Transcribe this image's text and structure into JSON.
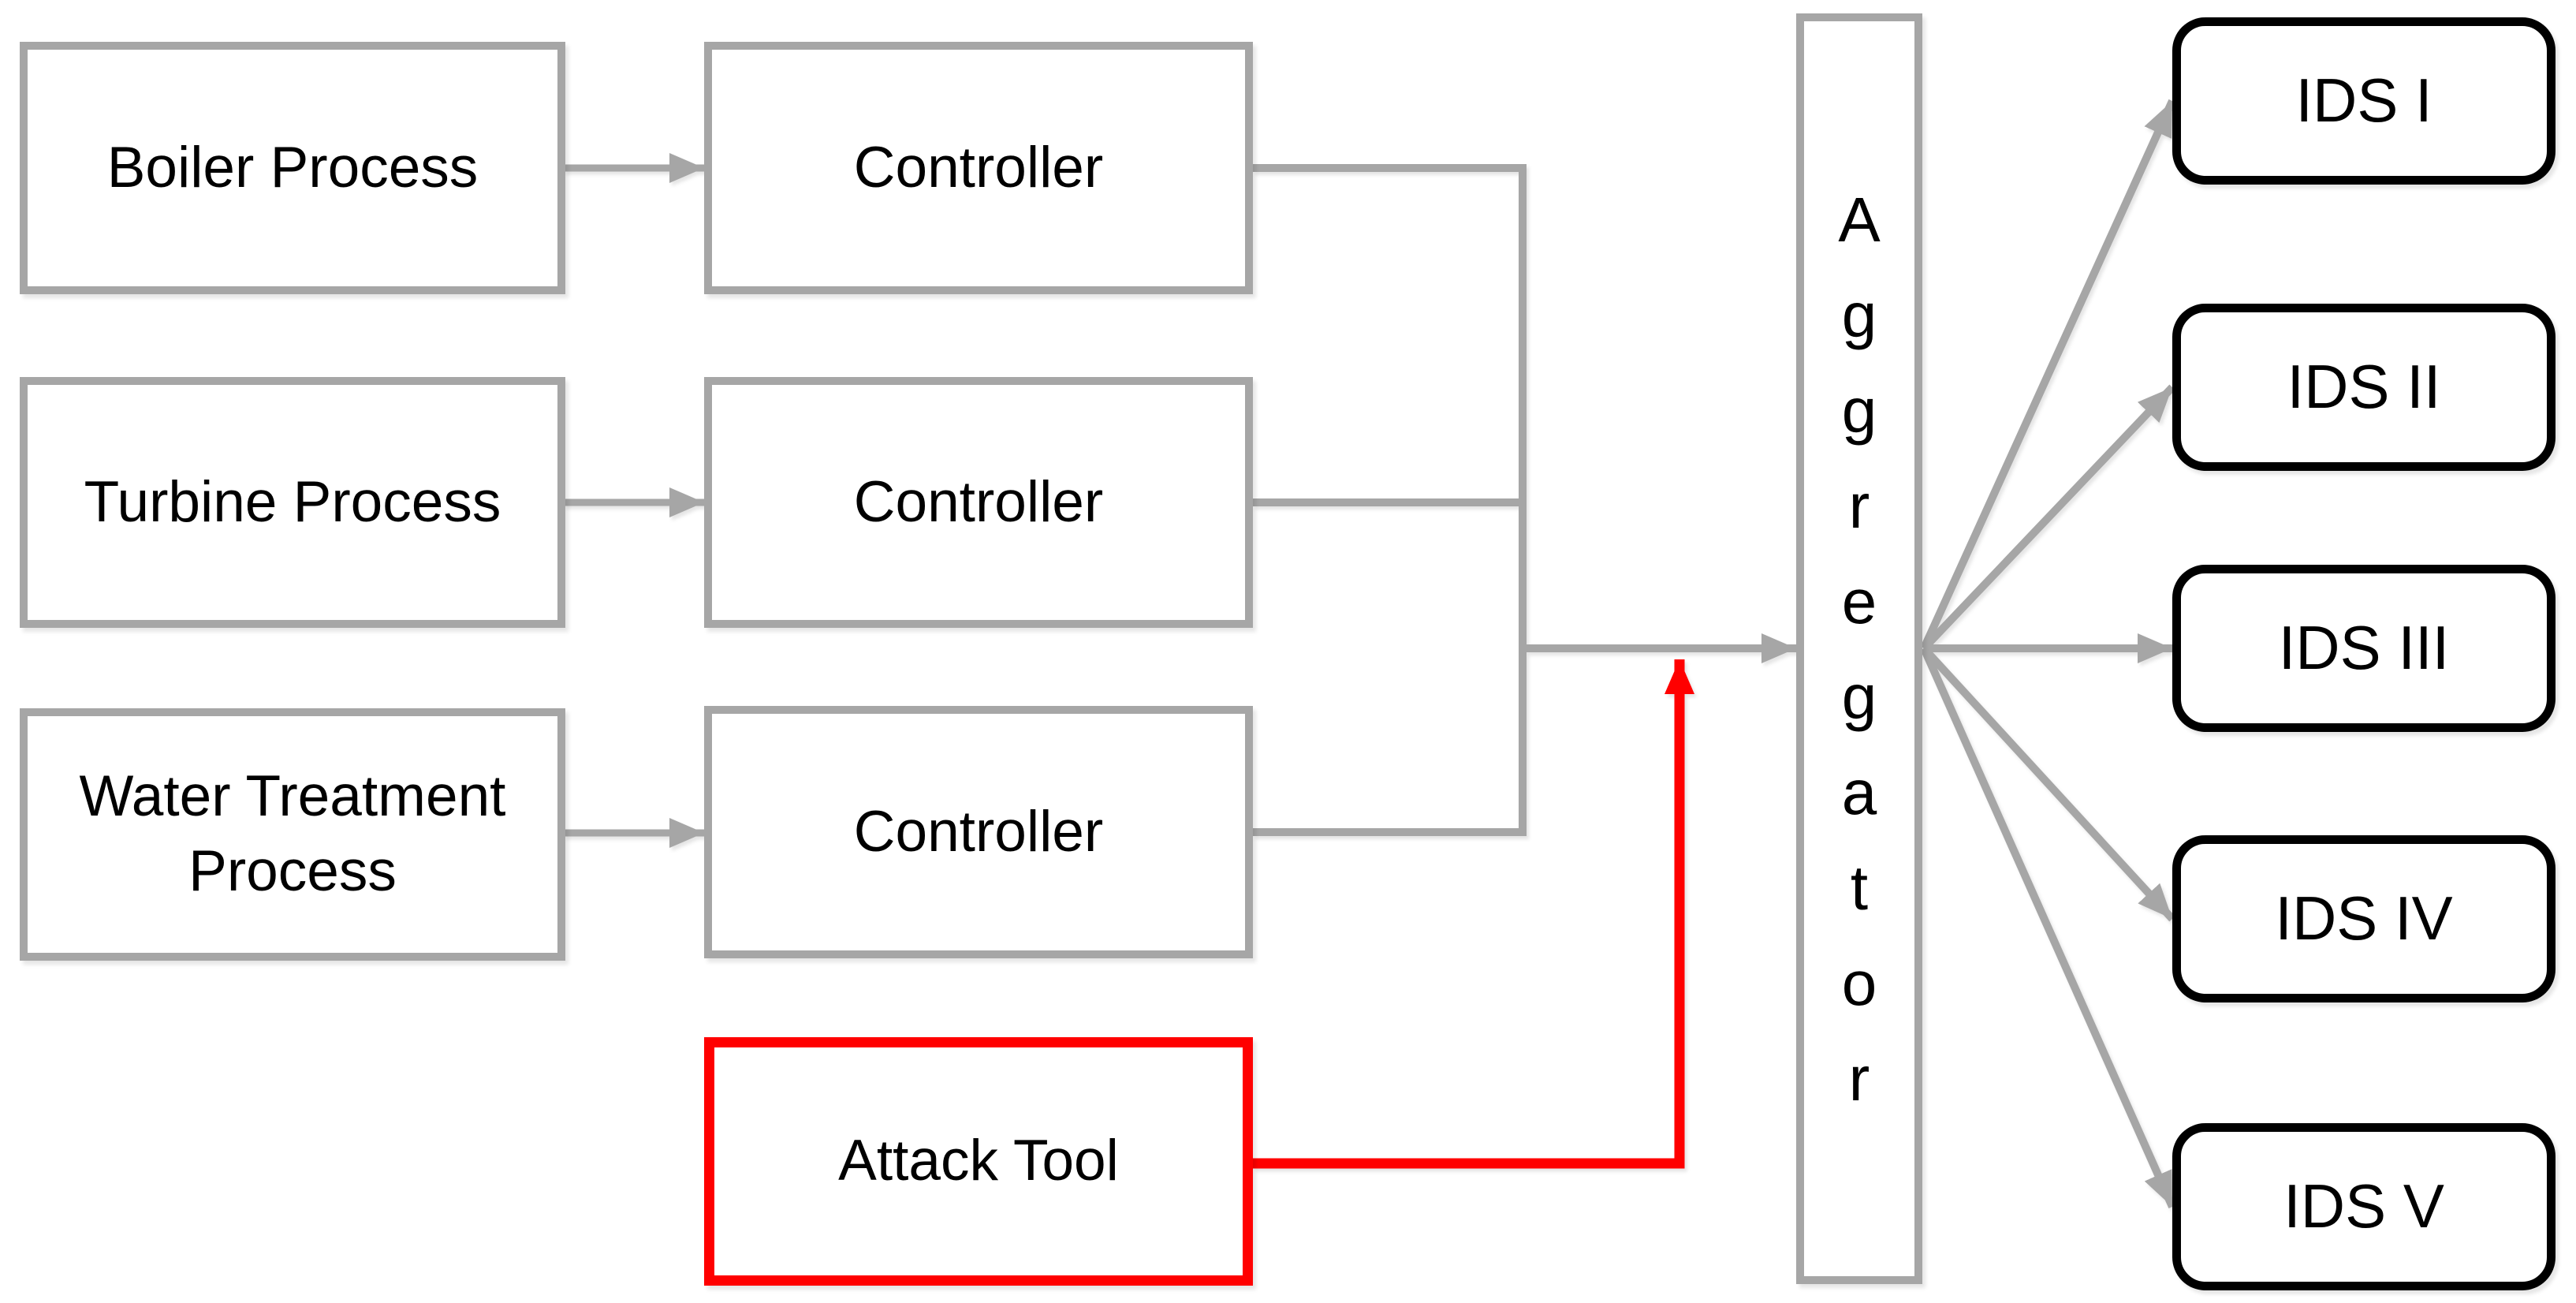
{
  "diagram": {
    "processes": [
      {
        "label": "Boiler Process"
      },
      {
        "label": "Turbine Process"
      },
      {
        "label": "Water Treatment Process"
      }
    ],
    "controllers": [
      {
        "label": "Controller"
      },
      {
        "label": "Controller"
      },
      {
        "label": "Controller"
      }
    ],
    "attack_tool": {
      "label": "Attack Tool"
    },
    "aggregator": {
      "label": "Aggregator"
    },
    "ids_systems": [
      {
        "label": "IDS I"
      },
      {
        "label": "IDS II"
      },
      {
        "label": "IDS III"
      },
      {
        "label": "IDS IV"
      },
      {
        "label": "IDS V"
      }
    ],
    "colors": {
      "background": "#ffffff",
      "box_border_gray": "#a6a6a6",
      "connector_gray": "#a6a6a6",
      "attack_red": "#ff0000",
      "ids_border_black": "#000000",
      "text": "#000000"
    }
  }
}
